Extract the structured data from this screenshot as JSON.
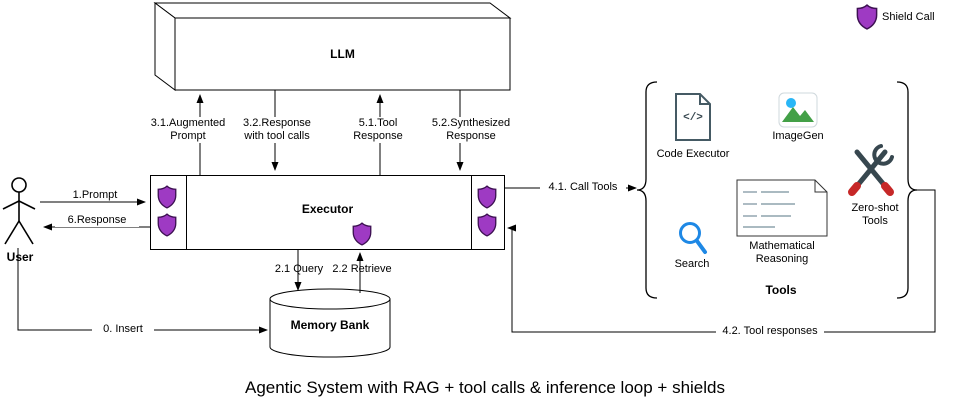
{
  "title": "Agentic System with RAG + tool calls & inference loop + shields",
  "legend": {
    "shield_label": "Shield Call"
  },
  "colors": {
    "shield": "#9e3ac3",
    "shield_stroke": "#3d1152",
    "search": "#1e88e5",
    "imagegen_blue": "#29b6f6",
    "imagegen_green": "#43a047",
    "tools_dark": "#37474f",
    "tools_red": "#c62828"
  },
  "nodes": {
    "user": {
      "label": "User"
    },
    "llm": {
      "label": "LLM"
    },
    "executor": {
      "label": "Executor"
    },
    "memory_bank": {
      "label": "Memory Bank"
    },
    "tools": {
      "group_label": "Tools",
      "code_executor": {
        "label": "Code Executor",
        "glyph": "</>"
      },
      "imagegen": {
        "label": "ImageGen"
      },
      "search": {
        "label": "Search"
      },
      "math_reasoning": {
        "label": "Mathematical Reasoning"
      },
      "zero_shot": {
        "label": "Zero-shot Tools"
      }
    }
  },
  "edges": {
    "insert": {
      "label": "0. Insert"
    },
    "prompt": {
      "label": "1.Prompt"
    },
    "query": {
      "label": "2.1 Query"
    },
    "retrieve": {
      "label": "2.2 Retrieve"
    },
    "augmented_prompt": {
      "label": "3.1.Augmented Prompt"
    },
    "response_with_tool_calls": {
      "label": "3.2.Response with tool calls"
    },
    "call_tools": {
      "label": "4.1. Call Tools"
    },
    "tool_responses": {
      "label": "4.2. Tool responses"
    },
    "tool_response": {
      "label": "5.1.Tool Response"
    },
    "synthesized_response": {
      "label": "5.2.Synthesized Response"
    },
    "response": {
      "label": "6.Response"
    }
  }
}
